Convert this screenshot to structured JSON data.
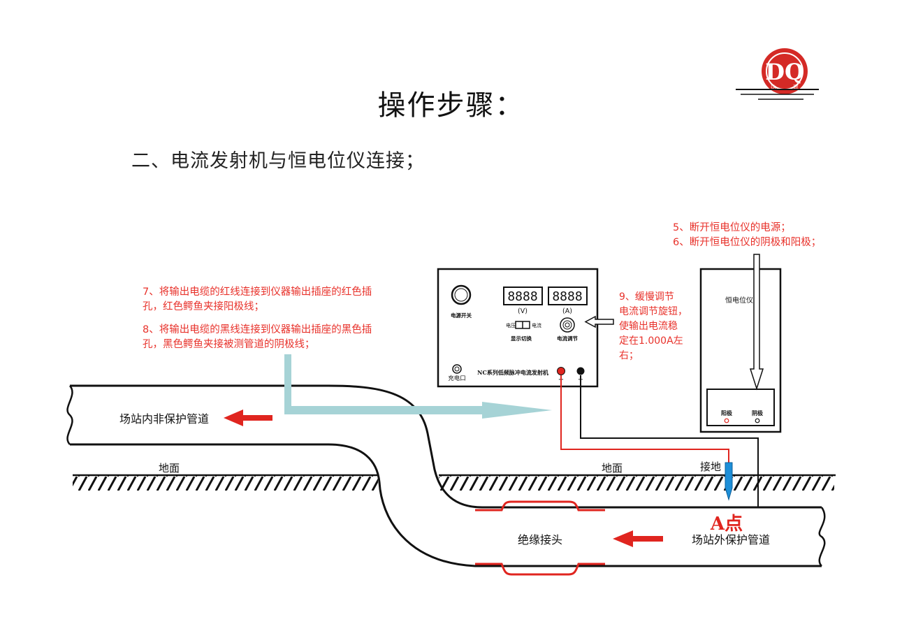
{
  "title": "操作步骤：",
  "section": "二、电流发射机与恒电位仪连接；",
  "logo": {
    "letters": "DQ",
    "chars": [
      "达",
      "嘉"
    ],
    "color": "#d42a26"
  },
  "notes": {
    "step5": "5、断开恒电位仪的电源；",
    "step6": "6、断开恒电位仪的阴极和阳极；",
    "step7": [
      "7、将输出电缆的红线连接到仪器输出插座的红色插",
      "孔，红色鳄鱼夹接阳极线；"
    ],
    "step8": [
      "8、将输出电缆的黑线连接到仪器输出插座的黑色插",
      "孔，黑色鳄鱼夹接被测管道的阴极线；"
    ],
    "step9": [
      "9、缓慢调节",
      "电流调节旋钮，",
      "使输出电流稳",
      "定在1.000A左",
      "右；"
    ]
  },
  "transmitter": {
    "power_switch": "电源开关",
    "display_v": "(V)",
    "display_a": "(A)",
    "display_digits": "8888",
    "display_switch": "显示切换",
    "switch_left": "电压",
    "switch_right": "电流",
    "current_adjust": "电流调节",
    "charge_port": "充电口",
    "model": "NC系列低频脉冲电流发射机",
    "plus": "+",
    "minus": "−"
  },
  "potentiostat": {
    "name": "恒电位仪",
    "anode": "阳极",
    "cathode": "阴极"
  },
  "labels": {
    "pipe_inner": "场站内非保护管道",
    "ground_left": "地面",
    "ground_right": "地面",
    "grounding": "接地",
    "point_a": "A点",
    "insulating_joint": "绝缘接头",
    "pipe_outer": "场站外保护管道"
  },
  "colors": {
    "red": "#e8322b",
    "arrow_red": "#e0251f",
    "arrow_teal": "#a6d3d6",
    "ground_probe": "#1d8fd8"
  }
}
